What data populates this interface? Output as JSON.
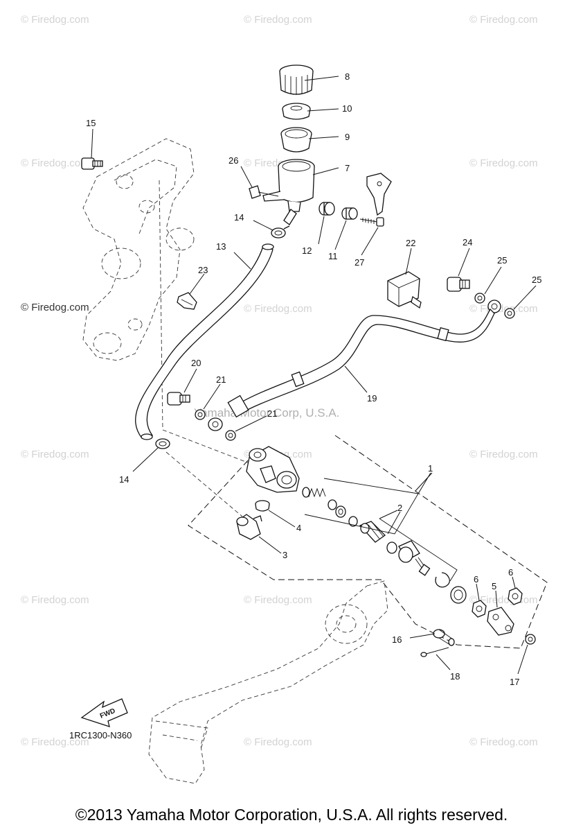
{
  "watermark_text": "© Firedog.com",
  "center_watermark": "Yamaha Motor Corp, U.S.A.",
  "diagram_code": "1RC1300-N360",
  "fwd_label": "FWD",
  "copyright": "©2013 Yamaha Motor Corporation, U.S.A. All rights reserved.",
  "callouts": {
    "c1": "1",
    "c2": "2",
    "c3": "3",
    "c4": "4",
    "c5": "5",
    "c6a": "6",
    "c6b": "6",
    "c7": "7",
    "c8": "8",
    "c9": "9",
    "c10": "10",
    "c11": "11",
    "c12": "12",
    "c13": "13",
    "c14a": "14",
    "c14b": "14",
    "c15": "15",
    "c16": "16",
    "c17": "17",
    "c18": "18",
    "c19": "19",
    "c20": "20",
    "c21a": "21",
    "c21b": "21",
    "c22": "22",
    "c23": "23",
    "c24": "24",
    "c25a": "25",
    "c25b": "25",
    "c26": "26",
    "c27": "27"
  }
}
